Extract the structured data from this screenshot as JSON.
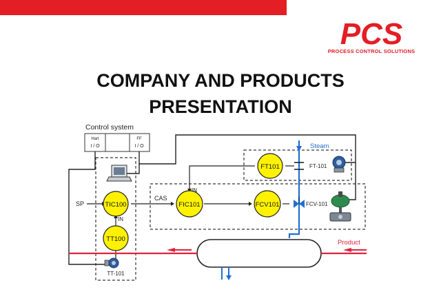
{
  "header": {
    "brand": "PCS",
    "tagline": "PROCESS CONTROL SOLUTIONS",
    "accent_color": "#e31e24"
  },
  "slide": {
    "title_line1": "COMPANY AND PRODUCTS",
    "title_line2": "PRESENTATION"
  },
  "diagram": {
    "control_system": "Control system",
    "hart_label": "Hart",
    "hart_io": "I / O",
    "ff_label": "FF",
    "ff_io": "I / O",
    "sp_label": "SP",
    "cas_label": "CAS",
    "in_label_top": "IN",
    "in_label_left": "IN",
    "steam_label": "Steam",
    "product_label": "Product",
    "instruments": {
      "tic100": "TIC100",
      "tt100": "TT100",
      "fic101": "FIC101",
      "fcv101": "FCV101",
      "ft101": "FT101"
    },
    "devices": {
      "ft101_tag": "FT-101",
      "fcv101_tag": "FCV-101",
      "tt101_tag": "TT-101"
    },
    "colors": {
      "bubble_fill": "#fff200",
      "steam_line": "#1f6fd1",
      "product_line": "#e0203a"
    },
    "icons": [
      "laptop-icon",
      "flow-transmitter-icon",
      "control-valve-icon",
      "temperature-transmitter-icon"
    ]
  }
}
